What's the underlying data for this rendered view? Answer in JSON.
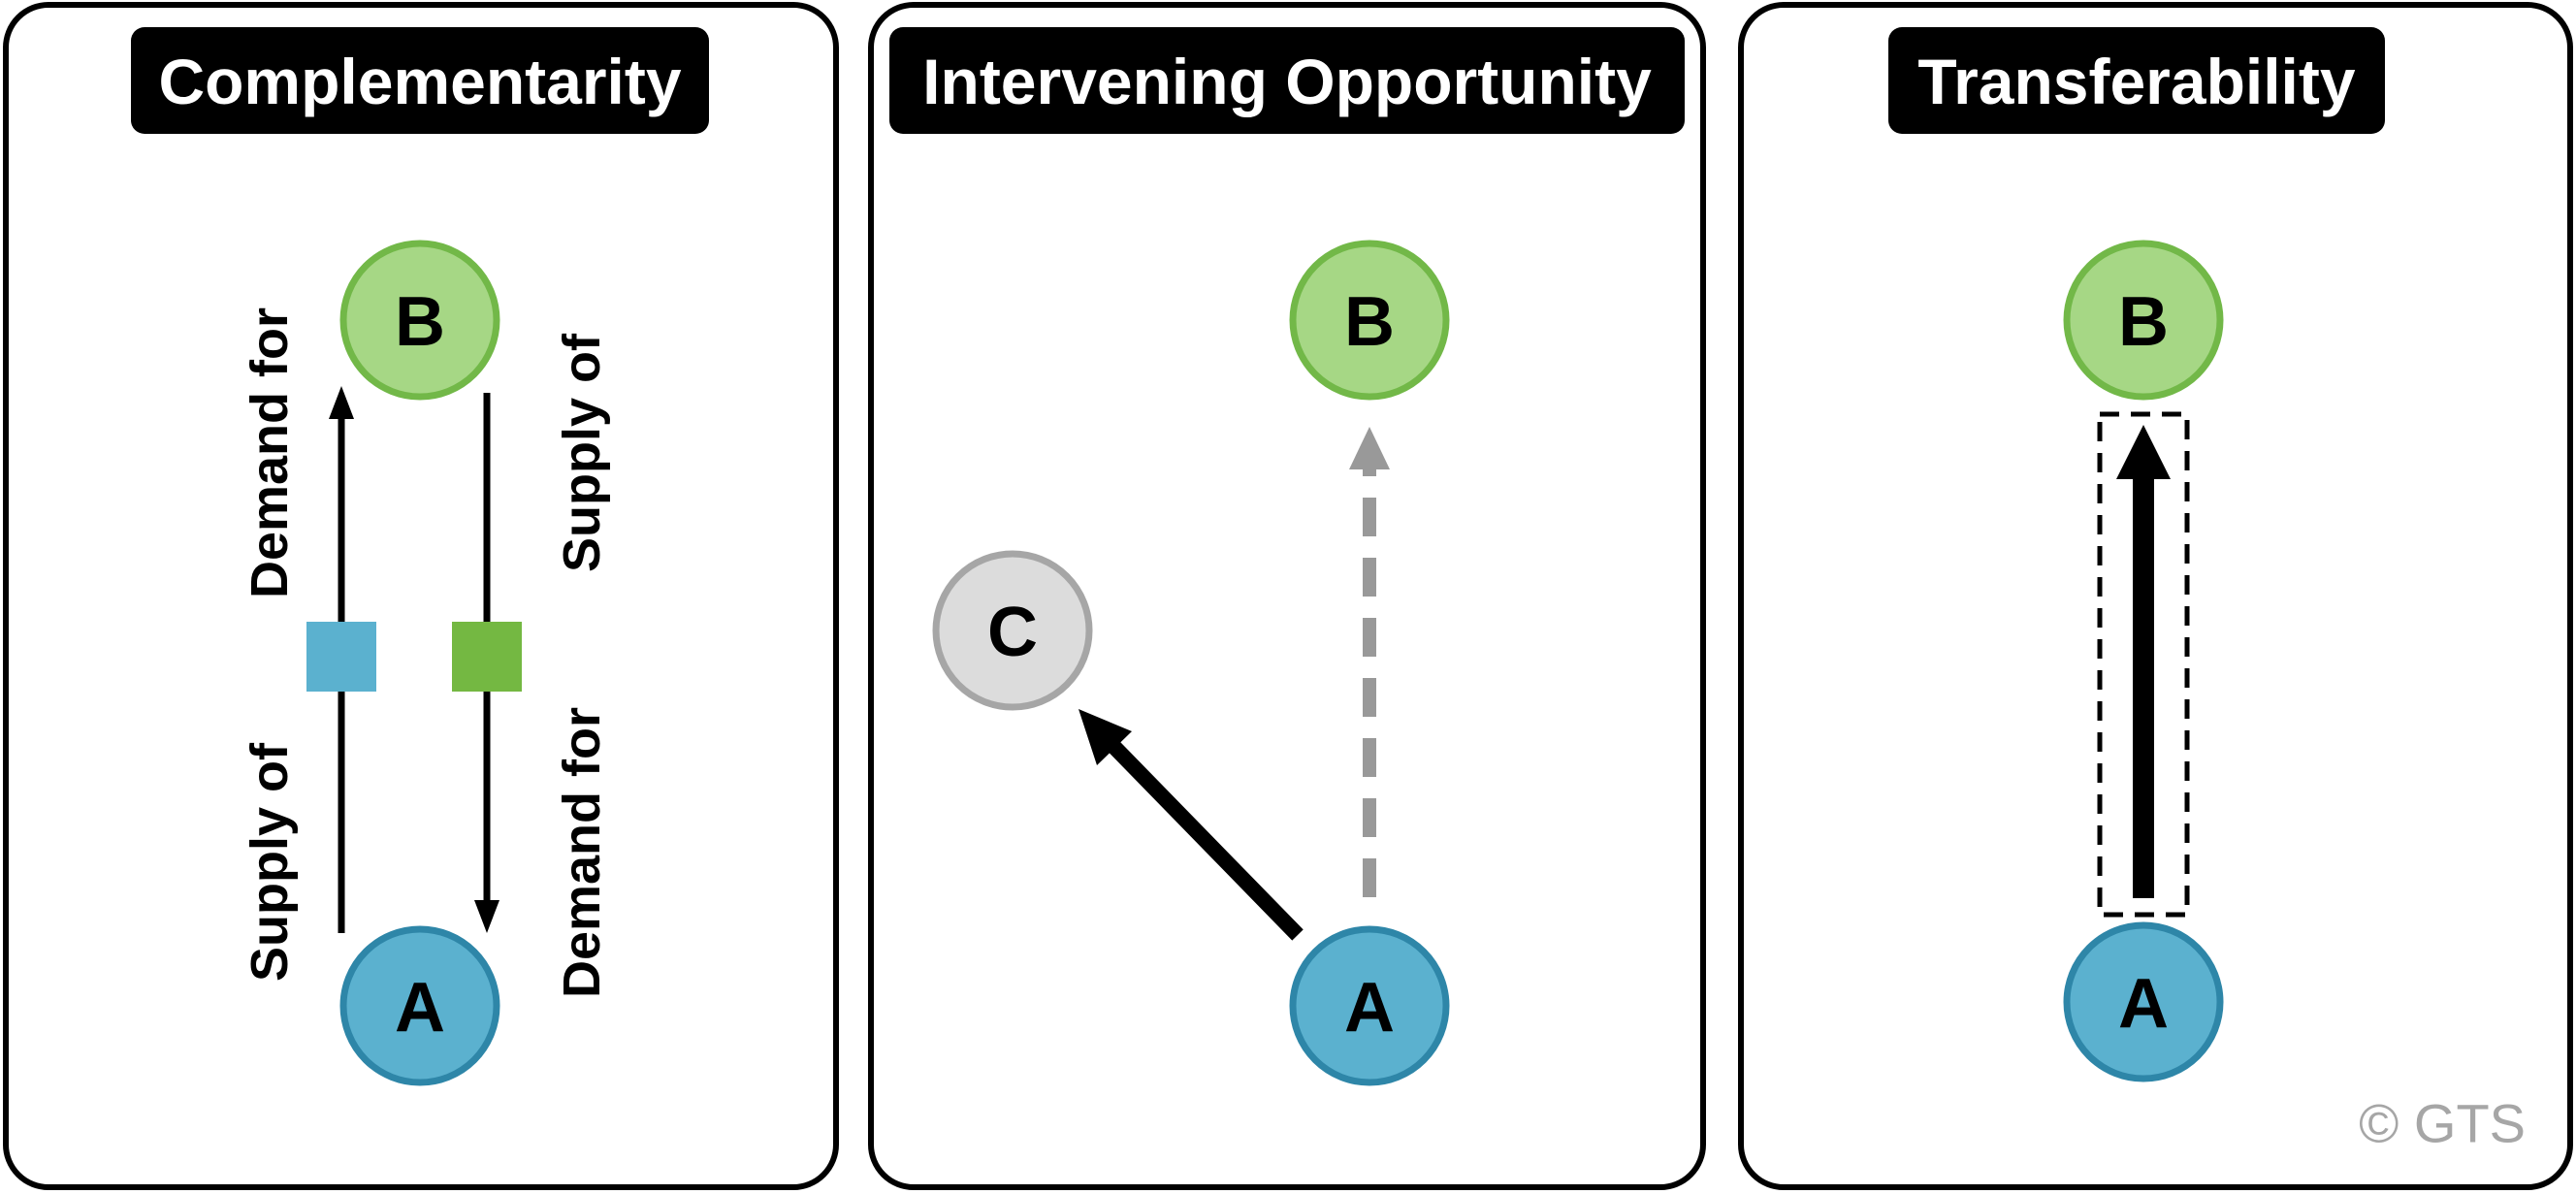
{
  "colors": {
    "node_a_fill": "#5bb1cf",
    "node_a_stroke": "#2e86a8",
    "node_b_fill": "#a6d785",
    "node_b_stroke": "#72b848",
    "node_c_fill": "#dcdcdc",
    "node_c_stroke": "#a6a6a6",
    "blue_square": "#5bb1cf",
    "green_square": "#74b842",
    "dashed_gray": "#999999",
    "title_bg": "#000000",
    "panel_border": "#000000"
  },
  "panels": [
    {
      "title": "Complementarity",
      "nodes": {
        "b": "B",
        "a": "A"
      },
      "labels": {
        "left_top": "Demand for",
        "left_bottom": "Supply of",
        "right_top": "Supply of",
        "right_bottom": "Demand for"
      }
    },
    {
      "title": "Intervening Opportunity",
      "nodes": {
        "b": "B",
        "c": "C",
        "a": "A"
      }
    },
    {
      "title": "Transferability",
      "nodes": {
        "b": "B",
        "a": "A"
      }
    }
  ],
  "copyright": "© GTS"
}
